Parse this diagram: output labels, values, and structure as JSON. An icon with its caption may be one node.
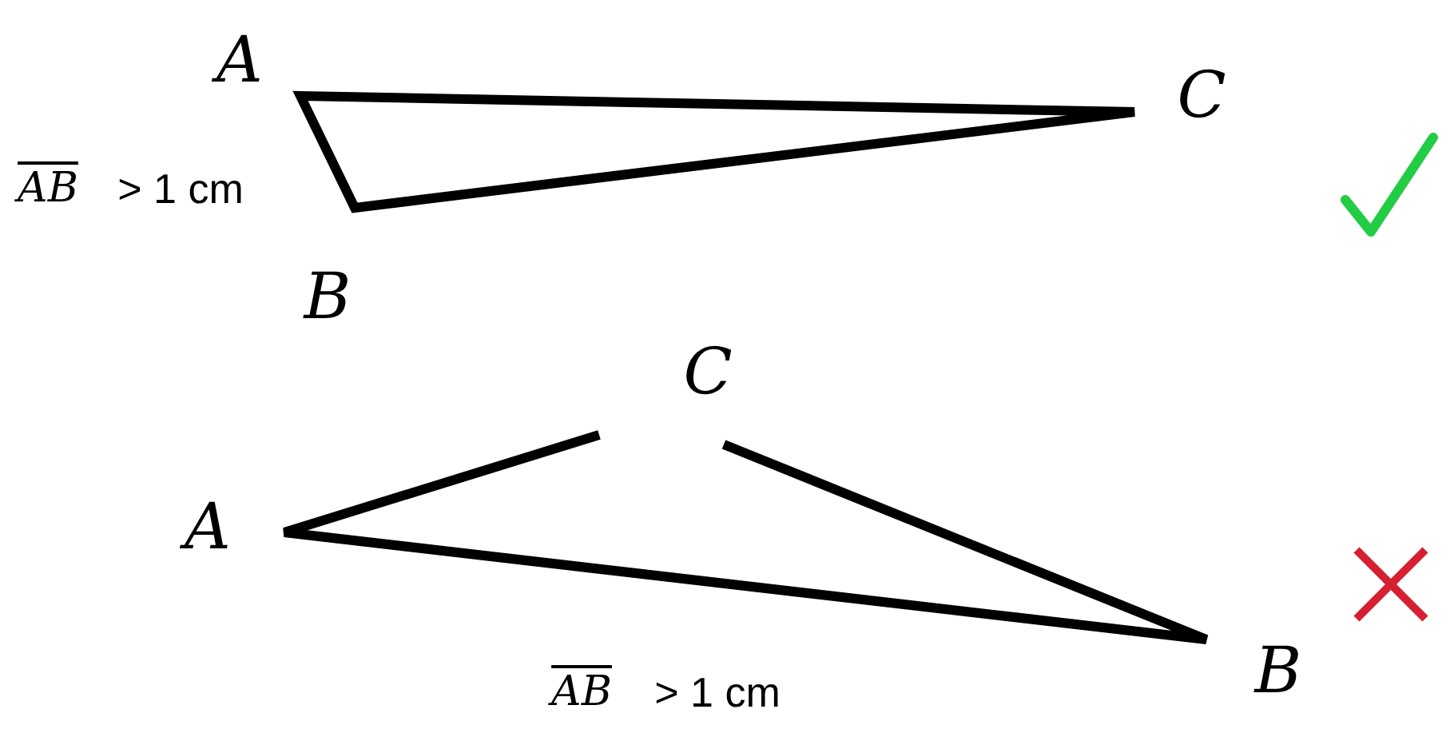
{
  "diagram": {
    "labels": [
      "A",
      "C",
      "AB",
      "> 1 cm",
      "B",
      "C",
      "A",
      "B",
      "AB",
      "> 1 cm"
    ]
  }
}
